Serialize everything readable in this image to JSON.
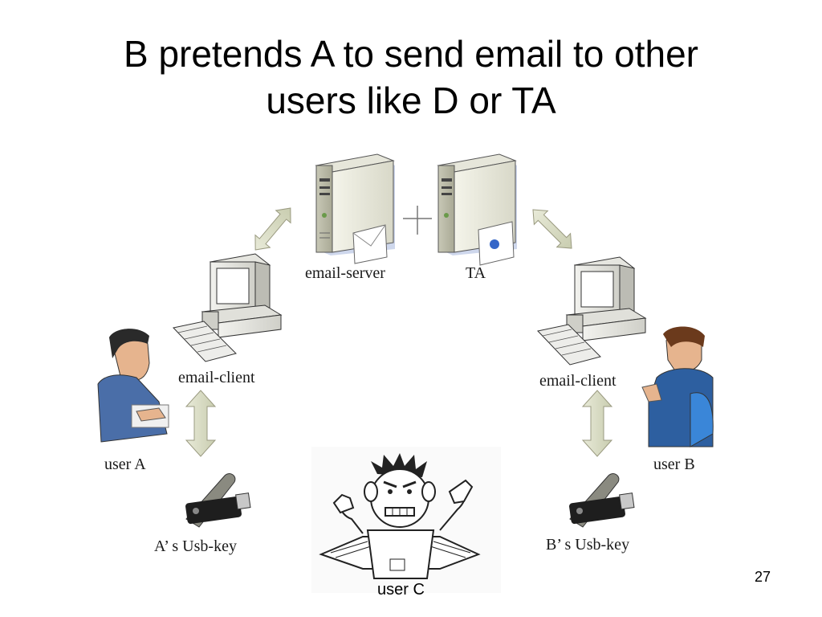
{
  "slide": {
    "title_line1": "B pretends A to send email to other",
    "title_line2": "users like D or TA",
    "page_number": "27"
  },
  "nodes": {
    "email_server": "email-server",
    "ta": "TA",
    "email_client_left": "email-client",
    "email_client_right": "email-client",
    "user_a": "user A",
    "user_b": "user B",
    "user_c": "user C",
    "usb_key_a": "A’ s Usb-key",
    "usb_key_b": "B’ s Usb-key"
  },
  "icons": [
    "server-icon",
    "computer-icon",
    "user-icon",
    "usb-key-icon",
    "double-arrow-icon",
    "plus-icon",
    "angry-user-icon"
  ]
}
